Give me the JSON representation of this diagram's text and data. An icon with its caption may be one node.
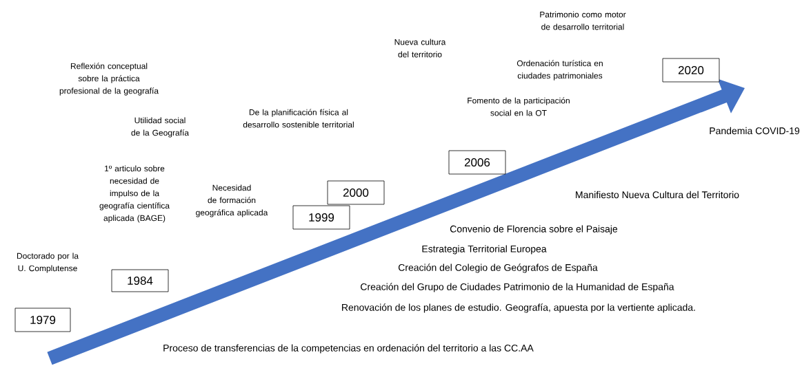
{
  "diagram": {
    "nodes": [
      {
        "text": [
          "1979"
        ]
      },
      {
        "text": [
          "1984"
        ]
      },
      {
        "text": [
          "1999"
        ]
      },
      {
        "text": [
          "2000"
        ]
      },
      {
        "text": [
          "2006"
        ]
      },
      {
        "text": [
          "2020"
        ]
      }
    ],
    "labels": [
      "Patrimonio como motor de desarrollo territorial",
      "Nueva cultura del territorio",
      "Reflexión conceptual sobre la práctica profesional de la geografía",
      "Ordenación turística en ciudades patrimoniales",
      "Fomento de la participación social en la OT",
      "De la planificación física al desarrollo sostenible territorial",
      "Utilidad social de la Geografía",
      "Pandemia COVID-19",
      "1º articulo sobre necesidad de impulso de la geografía científica aplicada (BAGE)",
      "Necesidad de formación geográfica aplicada",
      "Manifiesto Nueva Cultura del Territorio",
      "Convenio de Florencia sobre el Paisaje",
      "Estrategia Territorial Europea",
      "Doctorado por la U. Complutense",
      "Creación del Colegio de Geógrafos de España",
      "Creación del Grupo de Ciudades Patrimonio de la Humanidad de España",
      "Renovación de los planes de estudio. Geografía, apuesta por la vertiente aplicada.",
      "Proceso de transferencias de la competencias en ordenación del territorio a las CC.AA"
    ]
  }
}
